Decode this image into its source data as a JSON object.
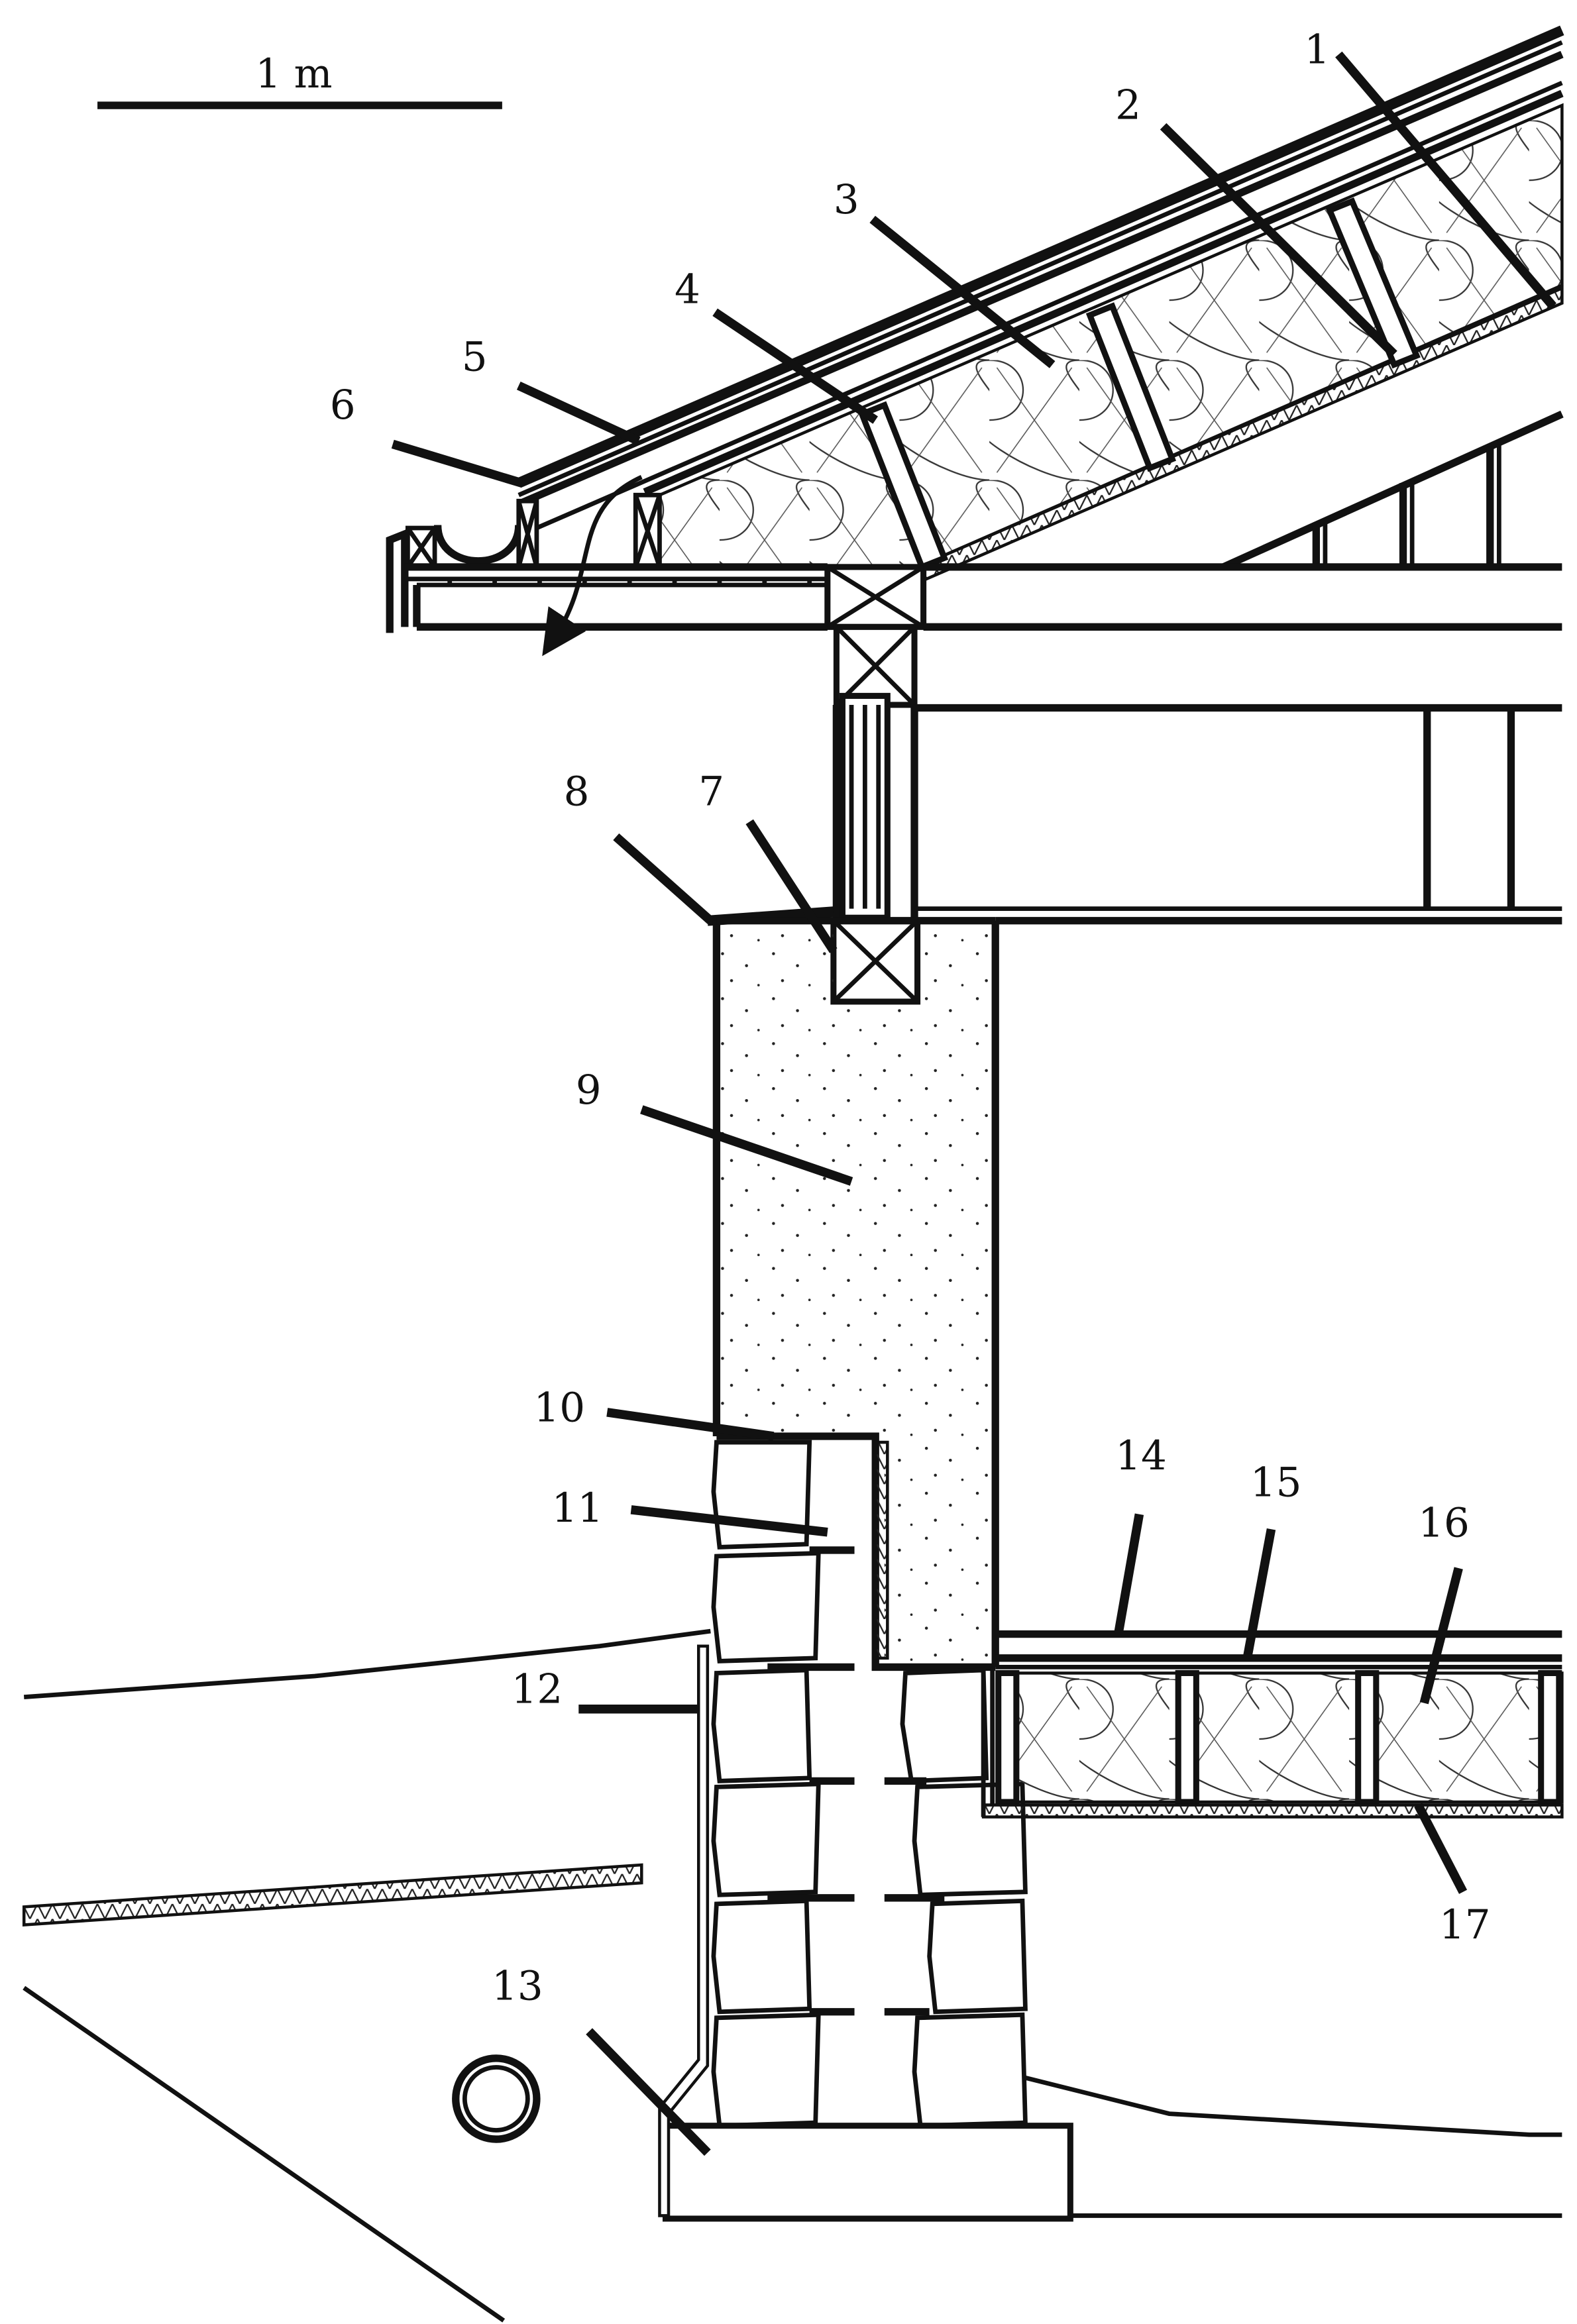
{
  "scale_bar": {
    "label": "1 m"
  },
  "callouts": [
    {
      "id": "1",
      "text": "1"
    },
    {
      "id": "2",
      "text": "2"
    },
    {
      "id": "3",
      "text": "3"
    },
    {
      "id": "4",
      "text": "4"
    },
    {
      "id": "5",
      "text": "5"
    },
    {
      "id": "6",
      "text": "6"
    },
    {
      "id": "7",
      "text": "7"
    },
    {
      "id": "8",
      "text": "8"
    },
    {
      "id": "9",
      "text": "9"
    },
    {
      "id": "10",
      "text": "10"
    },
    {
      "id": "11",
      "text": "11"
    },
    {
      "id": "12",
      "text": "12"
    },
    {
      "id": "13",
      "text": "13"
    },
    {
      "id": "14",
      "text": "14"
    },
    {
      "id": "15",
      "text": "15"
    },
    {
      "id": "16",
      "text": "16"
    },
    {
      "id": "17",
      "text": "17"
    }
  ]
}
